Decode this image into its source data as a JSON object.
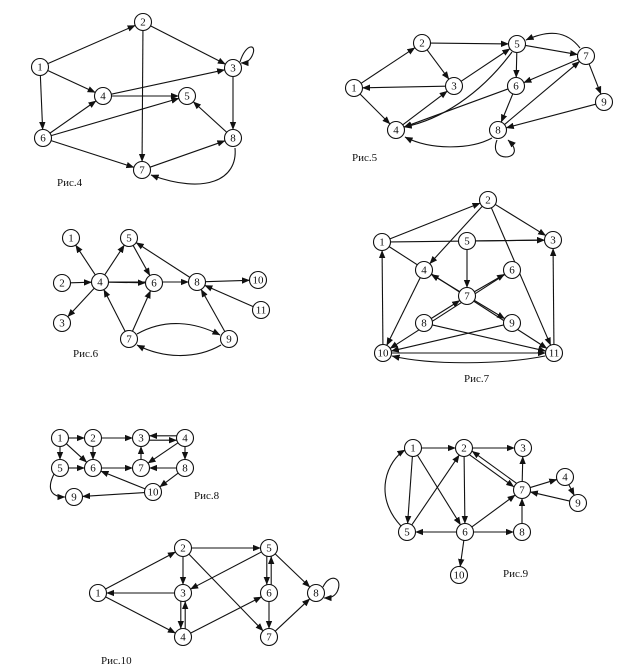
{
  "figures": [
    {
      "caption": "Рис.4",
      "nodes": [
        {
          "label": "1"
        },
        {
          "label": "2"
        },
        {
          "label": "3"
        },
        {
          "label": "4"
        },
        {
          "label": "5"
        },
        {
          "label": "6"
        },
        {
          "label": "7"
        },
        {
          "label": "8"
        }
      ],
      "edges": [
        [
          "1",
          "2"
        ],
        [
          "1",
          "4"
        ],
        [
          "1",
          "6"
        ],
        [
          "2",
          "3"
        ],
        [
          "2",
          "7"
        ],
        [
          "4",
          "3"
        ],
        [
          "4",
          "5"
        ],
        [
          "6",
          "4"
        ],
        [
          "6",
          "5"
        ],
        [
          "6",
          "7"
        ],
        [
          "3",
          "8"
        ],
        [
          "8",
          "5"
        ],
        [
          "7",
          "8"
        ],
        [
          "8",
          "7"
        ],
        [
          "3",
          "3"
        ]
      ]
    },
    {
      "caption": "Рис.5",
      "nodes": [
        {
          "label": "1"
        },
        {
          "label": "2"
        },
        {
          "label": "3"
        },
        {
          "label": "4"
        },
        {
          "label": "5"
        },
        {
          "label": "6"
        },
        {
          "label": "7"
        },
        {
          "label": "8"
        },
        {
          "label": "9"
        }
      ],
      "edges": [
        [
          "1",
          "2"
        ],
        [
          "1",
          "4"
        ],
        [
          "2",
          "3"
        ],
        [
          "2",
          "5"
        ],
        [
          "3",
          "1"
        ],
        [
          "3",
          "5"
        ],
        [
          "4",
          "3"
        ],
        [
          "5",
          "4"
        ],
        [
          "5",
          "7"
        ],
        [
          "7",
          "5"
        ],
        [
          "5",
          "6"
        ],
        [
          "6",
          "4"
        ],
        [
          "7",
          "6"
        ],
        [
          "7",
          "9"
        ],
        [
          "6",
          "8"
        ],
        [
          "8",
          "7"
        ],
        [
          "9",
          "8"
        ],
        [
          "8",
          "4"
        ],
        [
          "8",
          "8"
        ]
      ]
    },
    {
      "caption": "Рис.6",
      "nodes": [
        {
          "label": "1"
        },
        {
          "label": "2"
        },
        {
          "label": "3"
        },
        {
          "label": "4"
        },
        {
          "label": "5"
        },
        {
          "label": "6"
        },
        {
          "label": "7"
        },
        {
          "label": "8"
        },
        {
          "label": "9"
        },
        {
          "label": "10"
        },
        {
          "label": "11"
        }
      ],
      "edges": [
        [
          "4",
          "1"
        ],
        [
          "2",
          "4"
        ],
        [
          "4",
          "3"
        ],
        [
          "4",
          "5"
        ],
        [
          "4",
          "6"
        ],
        [
          "4",
          "8"
        ],
        [
          "5",
          "6"
        ],
        [
          "8",
          "5"
        ],
        [
          "7",
          "4"
        ],
        [
          "7",
          "6"
        ],
        [
          "7",
          "9"
        ],
        [
          "9",
          "7"
        ],
        [
          "9",
          "8"
        ],
        [
          "8",
          "10"
        ],
        [
          "11",
          "8"
        ]
      ]
    },
    {
      "caption": "Рис.7",
      "nodes": [
        {
          "label": "1"
        },
        {
          "label": "2"
        },
        {
          "label": "3"
        },
        {
          "label": "4"
        },
        {
          "label": "5"
        },
        {
          "label": "6"
        },
        {
          "label": "7"
        },
        {
          "label": "8"
        },
        {
          "label": "9"
        },
        {
          "label": "10"
        },
        {
          "label": "11"
        }
      ],
      "edges": [
        [
          "1",
          "2"
        ],
        [
          "1",
          "3"
        ],
        [
          "2",
          "4"
        ],
        [
          "2",
          "3"
        ],
        [
          "2",
          "11"
        ],
        [
          "5",
          "3"
        ],
        [
          "5",
          "7"
        ],
        [
          "7",
          "4"
        ],
        [
          "7",
          "6"
        ],
        [
          "8",
          "7"
        ],
        [
          "7",
          "9"
        ],
        [
          "4",
          "10"
        ],
        [
          "6",
          "10"
        ],
        [
          "9",
          "10"
        ],
        [
          "10",
          "1"
        ],
        [
          "1",
          "11"
        ],
        [
          "8",
          "11"
        ],
        [
          "10",
          "11"
        ],
        [
          "11",
          "3"
        ],
        [
          "11",
          "10"
        ]
      ]
    },
    {
      "caption": "Рис.8",
      "nodes": [
        {
          "label": "1"
        },
        {
          "label": "2"
        },
        {
          "label": "3"
        },
        {
          "label": "4"
        },
        {
          "label": "5"
        },
        {
          "label": "6"
        },
        {
          "label": "7"
        },
        {
          "label": "8"
        },
        {
          "label": "9"
        },
        {
          "label": "10"
        }
      ],
      "edges": [
        [
          "1",
          "2"
        ],
        [
          "1",
          "5"
        ],
        [
          "1",
          "6"
        ],
        [
          "2",
          "3"
        ],
        [
          "2",
          "6"
        ],
        [
          "3",
          "4"
        ],
        [
          "4",
          "3"
        ],
        [
          "4",
          "7"
        ],
        [
          "4",
          "8"
        ],
        [
          "6",
          "7"
        ],
        [
          "7",
          "3"
        ],
        [
          "8",
          "7"
        ],
        [
          "5",
          "9"
        ],
        [
          "5",
          "6"
        ],
        [
          "10",
          "9"
        ],
        [
          "10",
          "6"
        ],
        [
          "8",
          "10"
        ]
      ]
    },
    {
      "caption": "Рис.9",
      "nodes": [
        {
          "label": "1"
        },
        {
          "label": "2"
        },
        {
          "label": "3"
        },
        {
          "label": "4"
        },
        {
          "label": "5"
        },
        {
          "label": "6"
        },
        {
          "label": "7"
        },
        {
          "label": "8"
        },
        {
          "label": "9"
        },
        {
          "label": "10"
        }
      ],
      "edges": [
        [
          "1",
          "2"
        ],
        [
          "1",
          "6"
        ],
        [
          "5",
          "1"
        ],
        [
          "1",
          "5"
        ],
        [
          "5",
          "2"
        ],
        [
          "2",
          "3"
        ],
        [
          "2",
          "6"
        ],
        [
          "2",
          "7"
        ],
        [
          "6",
          "5"
        ],
        [
          "6",
          "7"
        ],
        [
          "6",
          "8"
        ],
        [
          "6",
          "10"
        ],
        [
          "7",
          "2"
        ],
        [
          "7",
          "3"
        ],
        [
          "7",
          "4"
        ],
        [
          "4",
          "9"
        ],
        [
          "9",
          "7"
        ],
        [
          "8",
          "7"
        ]
      ]
    },
    {
      "caption": "Рис.10",
      "nodes": [
        {
          "label": "1"
        },
        {
          "label": "2"
        },
        {
          "label": "3"
        },
        {
          "label": "4"
        },
        {
          "label": "5"
        },
        {
          "label": "6"
        },
        {
          "label": "7"
        },
        {
          "label": "8"
        }
      ],
      "edges": [
        [
          "1",
          "2"
        ],
        [
          "2",
          "5"
        ],
        [
          "2",
          "7"
        ],
        [
          "3",
          "1"
        ],
        [
          "2",
          "3"
        ],
        [
          "3",
          "4"
        ],
        [
          "4",
          "3"
        ],
        [
          "1",
          "4"
        ],
        [
          "4",
          "6"
        ],
        [
          "5",
          "3"
        ],
        [
          "5",
          "6"
        ],
        [
          "6",
          "5"
        ],
        [
          "6",
          "7"
        ],
        [
          "5",
          "8"
        ],
        [
          "7",
          "8"
        ],
        [
          "8",
          "8"
        ]
      ]
    }
  ],
  "colors": {
    "stroke": "#111111",
    "node_fill": "#ffffff",
    "background": "#ffffff"
  }
}
